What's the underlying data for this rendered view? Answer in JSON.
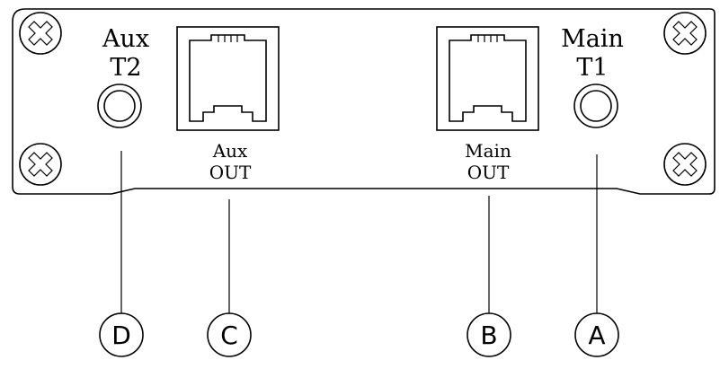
{
  "panel": {
    "jack_aux_label_line1": "Aux",
    "jack_aux_label_line2": "T2",
    "jack_main_label_line1": "Main",
    "jack_main_label_line2": "T1",
    "port_aux_label_line1": "Aux",
    "port_aux_label_line2": "OUT",
    "port_main_label_line1": "Main",
    "port_main_label_line2": "OUT"
  },
  "callouts": {
    "a": "A",
    "b": "B",
    "c": "C",
    "d": "D"
  },
  "icons": [
    "screw-icon",
    "audio-jack-icon",
    "rj-port-icon"
  ]
}
